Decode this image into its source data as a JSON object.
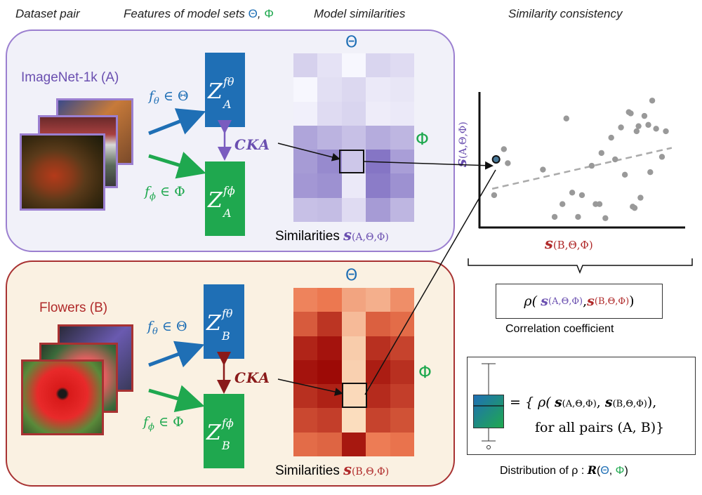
{
  "headers": {
    "dataset_pair": "Dataset pair",
    "features": "Features of model sets",
    "features_theta": "Θ",
    "features_comma": ",",
    "features_phi": "Φ",
    "model_similarities": "Model similarities",
    "similarity_consistency": "Similarity consistency"
  },
  "panel_a": {
    "dataset_label": "ImageNet-1k (A)",
    "f_theta": "f",
    "f_theta_sub": "θ",
    "f_theta_rest": " ∈ Θ",
    "f_phi": "f",
    "f_phi_sub": "ϕ",
    "f_phi_rest": " ∈ Φ",
    "z_top": "Z",
    "z_top_sub": "A",
    "z_top_sup": "fθ",
    "z_bot": "Z",
    "z_bot_sub": "A",
    "z_bot_sup": "fϕ",
    "cka": "CKA",
    "theta": "Θ",
    "phi": "Φ",
    "caption": "Similarities",
    "caption_s": "s",
    "caption_sub": "(A,Θ,Φ)",
    "heatmap": [
      [
        0.24,
        0.14,
        0.02,
        0.22,
        0.18
      ],
      [
        0.02,
        0.16,
        0.2,
        0.1,
        0.12
      ],
      [
        0.06,
        0.18,
        0.22,
        0.08,
        0.1
      ],
      [
        0.5,
        0.42,
        0.34,
        0.46,
        0.4
      ],
      [
        0.56,
        0.66,
        0.3,
        0.78,
        0.54
      ],
      [
        0.58,
        0.62,
        0.1,
        0.74,
        0.62
      ],
      [
        0.34,
        0.36,
        0.18,
        0.56,
        0.4
      ]
    ]
  },
  "panel_b": {
    "dataset_label": "Flowers (B)",
    "f_theta": "f",
    "f_theta_sub": "θ",
    "f_theta_rest": " ∈ Θ",
    "f_phi": "f",
    "f_phi_sub": "ϕ",
    "f_phi_rest": " ∈ Φ",
    "z_top": "Z",
    "z_top_sub": "B",
    "z_top_sup": "fθ",
    "z_bot": "Z",
    "z_bot_sub": "B",
    "z_bot_sup": "fϕ",
    "cka": "CKA",
    "theta": "Θ",
    "phi": "Φ",
    "caption": "Similarities",
    "caption_s": "s",
    "caption_sub": "(B,Θ,Φ)",
    "heatmap": [
      [
        0.45,
        0.5,
        0.3,
        0.25,
        0.4
      ],
      [
        0.62,
        0.78,
        0.2,
        0.6,
        0.55
      ],
      [
        0.85,
        0.92,
        0.12,
        0.8,
        0.72
      ],
      [
        0.92,
        0.96,
        0.1,
        0.88,
        0.8
      ],
      [
        0.8,
        0.86,
        0.06,
        0.82,
        0.74
      ],
      [
        0.7,
        0.74,
        0.04,
        0.72,
        0.66
      ],
      [
        0.55,
        0.58,
        0.9,
        0.48,
        0.52
      ]
    ]
  },
  "consistency": {
    "y_label_s": "s",
    "y_label_sub": "(A,Θ,Φ)",
    "x_label_s": "s",
    "x_label_sub": "(B,Θ,Φ)",
    "corr_formula_rho": "ρ(",
    "corr_formula_s1": "s",
    "corr_formula_sub1": "(A,Θ,Φ)",
    "corr_formula_comma": ", ",
    "corr_formula_s2": "s",
    "corr_formula_sub2": "(B,Θ,Φ)",
    "corr_formula_close": ")",
    "corr_caption": "Correlation coefficient",
    "dist_eq": "= { ρ(",
    "dist_s1": "s",
    "dist_sub1": "(A,Θ,Φ)",
    "dist_comma": ", ",
    "dist_s2": "s",
    "dist_sub2": "(B,Θ,Φ)",
    "dist_close": "),",
    "dist_line2": "for all pairs (A, B)}",
    "dist_caption_prefix": "Distribution of ρ : ",
    "dist_caption_R": "R",
    "dist_caption_open": "(",
    "dist_caption_theta": "Θ",
    "dist_caption_comma": ", ",
    "dist_caption_phi": "Φ",
    "dist_caption_close": ")"
  },
  "colors": {
    "theta_blue": "#1f6fb5",
    "phi_green": "#1fa84f",
    "purple": "#7a5cbf",
    "red": "#b02a2a",
    "grey_points": "#999999"
  },
  "chart_data": {
    "type": "scatter",
    "x": [
      0.05,
      0.1,
      0.12,
      0.3,
      0.36,
      0.4,
      0.42,
      0.45,
      0.48,
      0.5,
      0.55,
      0.57,
      0.59,
      0.6,
      0.62,
      0.65,
      0.67,
      0.7,
      0.72,
      0.74,
      0.75,
      0.76,
      0.77,
      0.78,
      0.79,
      0.8,
      0.82,
      0.84,
      0.85,
      0.86,
      0.88,
      0.91,
      0.93
    ],
    "y": [
      0.22,
      0.58,
      0.47,
      0.42,
      0.05,
      0.15,
      0.82,
      0.24,
      0.05,
      0.22,
      0.45,
      0.15,
      0.15,
      0.55,
      0.04,
      0.67,
      0.5,
      0.75,
      0.38,
      0.87,
      0.86,
      0.13,
      0.12,
      0.72,
      0.76,
      0.2,
      0.84,
      0.77,
      0.4,
      0.96,
      0.74,
      0.52,
      0.72
    ],
    "highlight": {
      "x": 0.06,
      "y": 0.5
    },
    "trend": {
      "x": [
        0.04,
        0.96
      ],
      "y": [
        0.27,
        0.59
      ]
    },
    "xlabel": "s(B,Θ,Φ)",
    "ylabel": "s(A,Θ,Φ)"
  }
}
